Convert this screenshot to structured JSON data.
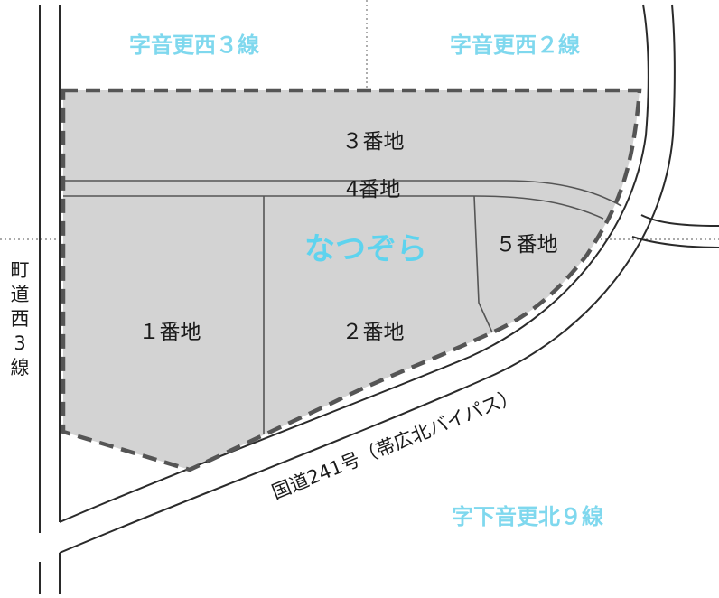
{
  "colors": {
    "parcel_fill": "#d3d3d3",
    "boundary": "#555555",
    "road_line": "#2a2a2a",
    "area_label": "#7fd8ee",
    "title": "#5ed3ee"
  },
  "areas": {
    "nw": "字音更西３線",
    "ne": "字音更西２線",
    "se": "字下音更北９線"
  },
  "roads": {
    "west_chars": [
      "町",
      "道",
      "西",
      "3",
      "線"
    ],
    "national": "国道241号（帯広北バイパス）"
  },
  "lots": {
    "lot1": "１番地",
    "lot2": "２番地",
    "lot3": "３番地",
    "lot4": "4番地",
    "lot5": "５番地"
  },
  "title": "なつぞら"
}
